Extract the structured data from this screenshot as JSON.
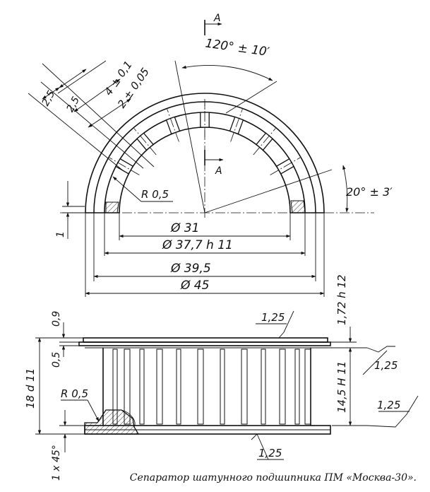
{
  "caption": "Сепаратор шатунного подшипника ПМ «Москва-30».",
  "section_marker": "A",
  "top_view": {
    "angle_pitch": "120° ± 10′",
    "angle_chamfer": "20° ± 3′",
    "dim_4": "4 ± 0,1",
    "dim_2": "2 ± 0,05",
    "dim_25a": "2,5",
    "dim_25b": "2,5",
    "radius": "R 0,5",
    "thickness_1": "1",
    "d31": "Ø 31",
    "d377": "Ø 37,7 h 11",
    "d395": "Ø 39,5",
    "d45": "Ø 45"
  },
  "side_view": {
    "d09": "0,9",
    "d05": "0,5",
    "h18": "18 d 11",
    "r05": "R 0,5",
    "chamfer": "1 x 45°",
    "roughness_top": "1,25",
    "roughness_right1": "1,25",
    "roughness_right2": "1,25",
    "roughness_bottom": "1,25",
    "h172": "1,72 h 12",
    "h145": "14,5 H 11"
  }
}
